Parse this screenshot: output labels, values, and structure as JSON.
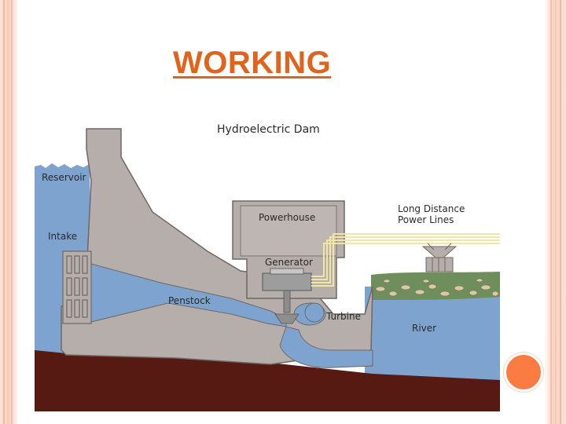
{
  "slide": {
    "title": "WORKING"
  },
  "diagram": {
    "heading": "Hydroelectric Dam",
    "labels": {
      "reservoir": "Reservoir",
      "intake": "Intake",
      "powerhouse": "Powerhouse",
      "generator": "Generator",
      "penstock": "Penstock",
      "turbine": "Turbine",
      "river": "River",
      "power_lines_1": "Long Distance",
      "power_lines_2": "Power Lines"
    },
    "colors": {
      "water": "#7fa3cf",
      "concrete": "#b5aeaa",
      "concrete_edge": "#6e6866",
      "ground": "#561a12",
      "grass": "#6e8f5c",
      "power_line": "#f1e7a2",
      "title": "#e0641e",
      "accent_dot": "#fb7c43"
    }
  }
}
